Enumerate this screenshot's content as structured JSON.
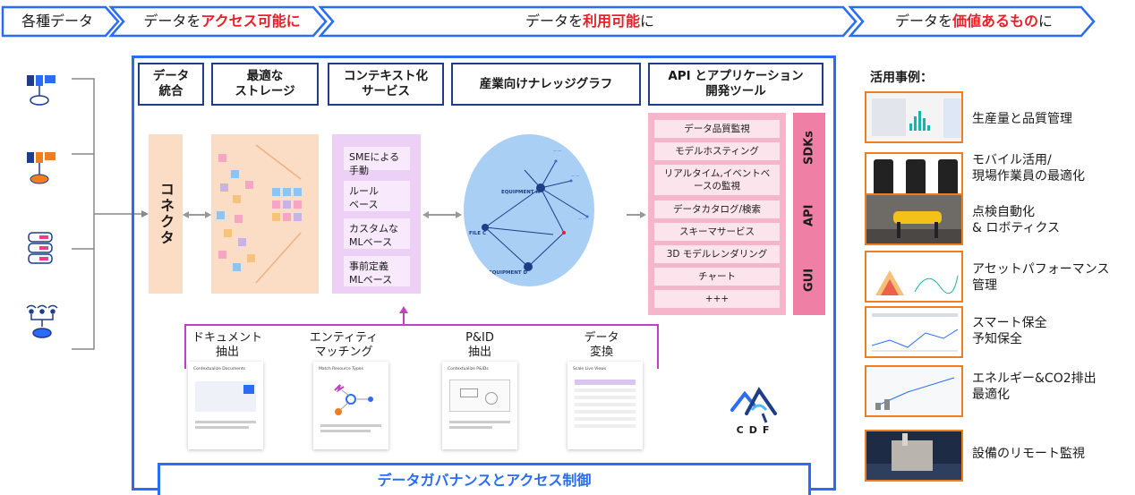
{
  "chevrons": [
    {
      "pre": "各種データ",
      "hl": "",
      "post": ""
    },
    {
      "pre": "データを",
      "hl": "アクセス可能に",
      "post": ""
    },
    {
      "pre": "データを",
      "hl": "利用可能",
      "post": "に"
    },
    {
      "pre": "データを",
      "hl": "価値あるもの",
      "post": "に"
    }
  ],
  "headers": {
    "integration": "データ\n統合",
    "storage": "最適な\nストレージ",
    "context": "コンテキスト化\nサービス",
    "kg": "産業向けナレッジグラフ",
    "api": "API とアプリケーション\n開発ツール"
  },
  "connector_label": "コネクタ",
  "context_items": [
    "SMEによる手動",
    "ルール\nベース",
    "カスタムな\nMLベース",
    "事前定義\nMLベース"
  ],
  "knowledge_graph": {
    "nodes": [
      "EQUIPMENT A",
      "FILE C",
      "EQUIPMENT D"
    ]
  },
  "api_items": [
    "データ品質監視",
    "モデルホスティング",
    "リアルタイム,イベントベ\nースの監視",
    "データカタログ/検索",
    "スキーマサービス",
    "3D モデルレンダリング",
    "チャート",
    "+++"
  ],
  "sdk_labels": [
    "SDKs",
    "API",
    "GUI"
  ],
  "services": [
    {
      "label": "ドキュメント\n抽出",
      "card_title": "Contextualize Documents"
    },
    {
      "label": "エンティティ\nマッチング",
      "card_title": "Match Resource Types"
    },
    {
      "label": "P&ID\n抽出",
      "card_title": "Contextualize P&IDs"
    },
    {
      "label": "データ\n変換",
      "card_title": "Scale Live Views"
    }
  ],
  "governance": "データガバナンスとアクセス制御",
  "brand": "CDF",
  "use_cases_title": "活用事例：",
  "use_cases": [
    "生産量と品質管理",
    "モバイル活用/\n現場作業員の最適化",
    "点検自動化\n& ロボティクス",
    "アセットパフォーマンス\n管理",
    "スマート保全\n予知保全",
    "エネルギー&CO2排出\n最適化",
    "設備のリモート監視"
  ],
  "colors": {
    "blue": "#2a6cf5",
    "navy": "#1f3c88",
    "red": "#e8202a",
    "orange": "#ef7d22",
    "peach": "#fbdcc4",
    "lavender": "#ecd0f5",
    "pink": "#f5b5cb",
    "magenta": "#c43fc4"
  }
}
